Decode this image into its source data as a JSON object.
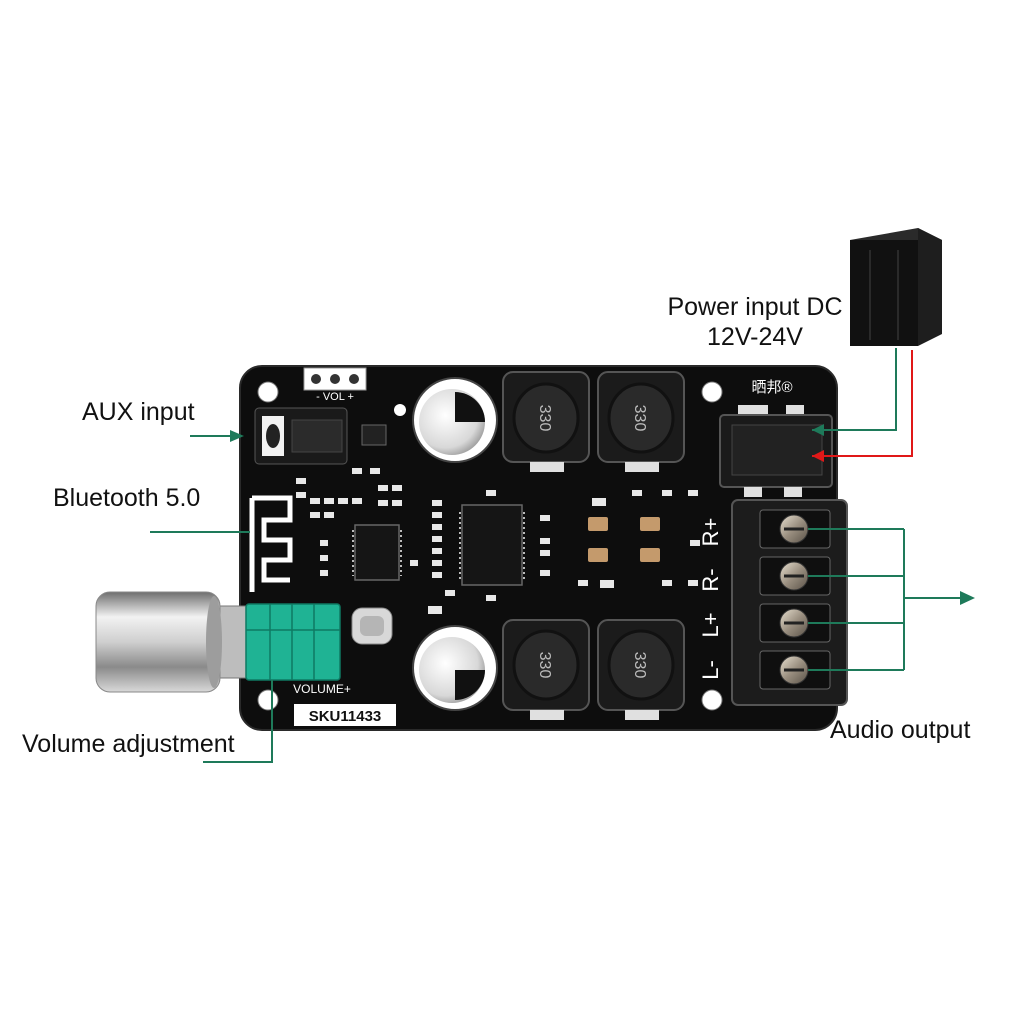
{
  "labels": {
    "aux_input": "AUX input",
    "bluetooth": "Bluetooth 5.0",
    "volume_adjustment": "Volume adjustment",
    "power_input_line1": "Power input DC",
    "power_input_line2": "12V-24V",
    "audio_output": "Audio output"
  },
  "board": {
    "sku": "SKU11433",
    "brand_mark": "晒邦®",
    "vol_header": "- VOL +",
    "volume_silk": "VOLUME+",
    "inductor_code": "330",
    "terminals": [
      "R+",
      "R-",
      "L+",
      "L-"
    ]
  },
  "colors": {
    "pcb": "#0d0d0d",
    "leader_green": "#1e7a5a",
    "power_red": "#e01818",
    "potentiometer": "#1fb394"
  }
}
